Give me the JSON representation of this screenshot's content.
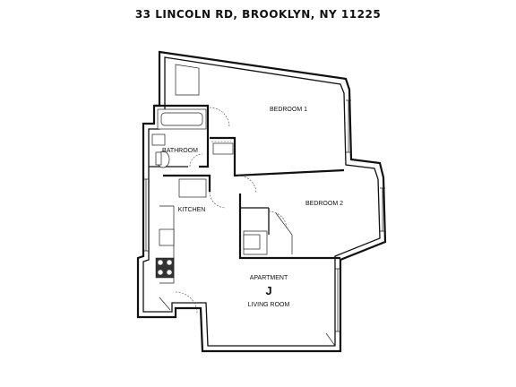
{
  "header": {
    "address": "33 LINCOLN RD, BROOKLYN, NY 11225"
  },
  "rooms": {
    "bedroom1": "BEDROOM 1",
    "bedroom2": "BEDROOM 2",
    "bathroom": "BATHROOM",
    "kitchen": "KITCHEN",
    "living_room": "LIVING ROOM"
  },
  "apartment": {
    "label": "APARTMENT",
    "letter": "J"
  }
}
